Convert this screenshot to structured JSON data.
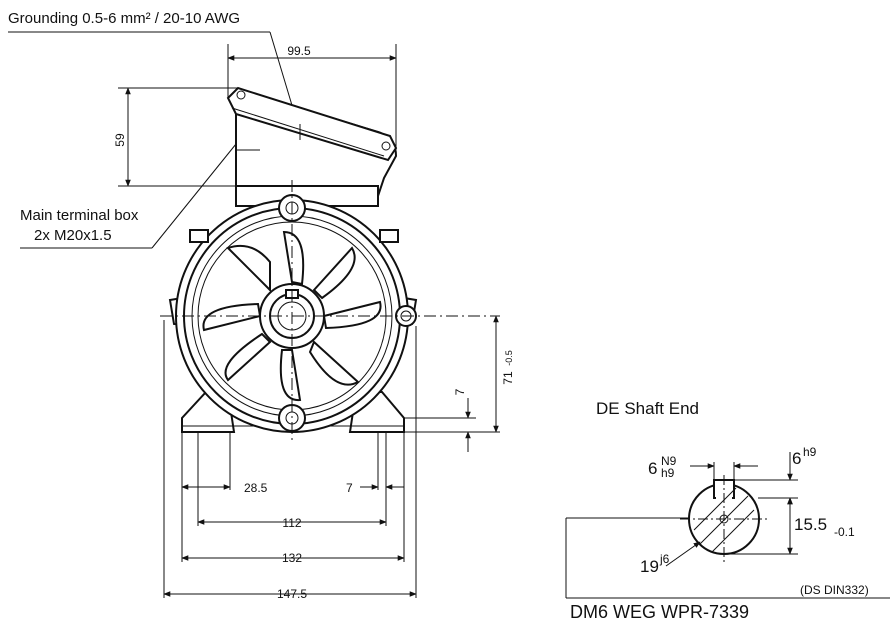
{
  "callouts": {
    "grounding": "Grounding 0.5-6 mm² / 20-10 AWG",
    "terminal_box_line1": "Main terminal box",
    "terminal_box_line2": "2x M20x1.5"
  },
  "dimensions": {
    "box_width": "99.5",
    "box_height": "59",
    "shaft_height": "71",
    "shaft_height_tol": "-0.5",
    "foot_height": "7",
    "foot_offset": "28.5",
    "foot_slot": "7",
    "hole_spacing": "112",
    "foot_width": "132",
    "overall_width": "147.5"
  },
  "shaft_end": {
    "title": "DE Shaft End",
    "key_width": "6",
    "key_width_fit_upper": "N9",
    "key_width_fit_lower": "h9",
    "key_height": "6",
    "key_height_fit": "h9",
    "keyway_depth": "15.5",
    "keyway_depth_tol": "-0.1",
    "diameter": "19",
    "diameter_fit": "j6",
    "standard": "(DS DIN332)",
    "part_number": "DM6 WEG WPR-7339"
  }
}
